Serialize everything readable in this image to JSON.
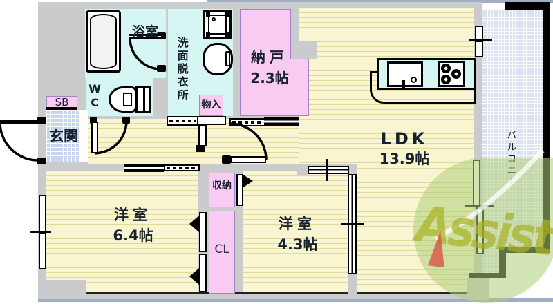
{
  "plan": {
    "rooms": {
      "bathroom": {
        "label": "浴室"
      },
      "washroom": {
        "label": "洗面脱衣所"
      },
      "wc": {
        "label": "WC"
      },
      "shoebox": {
        "label": "SB"
      },
      "entrance": {
        "label": "玄関"
      },
      "storage_room": {
        "label": "納戸",
        "size": "2.3帖"
      },
      "small_closet": {
        "label": "物入"
      },
      "ldk": {
        "label": "LDK",
        "size": "13.9帖"
      },
      "balcony": {
        "label": "バルコニー"
      },
      "closet": {
        "label": "収納"
      },
      "cl": {
        "label": "CL"
      },
      "bedroom_64": {
        "label": "洋室",
        "size": "6.4帖"
      },
      "bedroom_43": {
        "label": "洋室",
        "size": "4.3帖"
      }
    },
    "colors": {
      "wall_gray": "#C9CBCD",
      "room_yellow": "#F8F5D0",
      "wet_cyan": "#D6F6F3",
      "closet_pink": "#F9CBF2",
      "entry_blue": "#C9D4EF",
      "balcony_blue": "#DAE2F0",
      "frame_blue": "#9FAEC2"
    },
    "watermark": {
      "brand": "Assist",
      "leaf_green": "#AFCD78",
      "text_olive": "#A8B223",
      "accent_red": "#D9534A"
    }
  }
}
